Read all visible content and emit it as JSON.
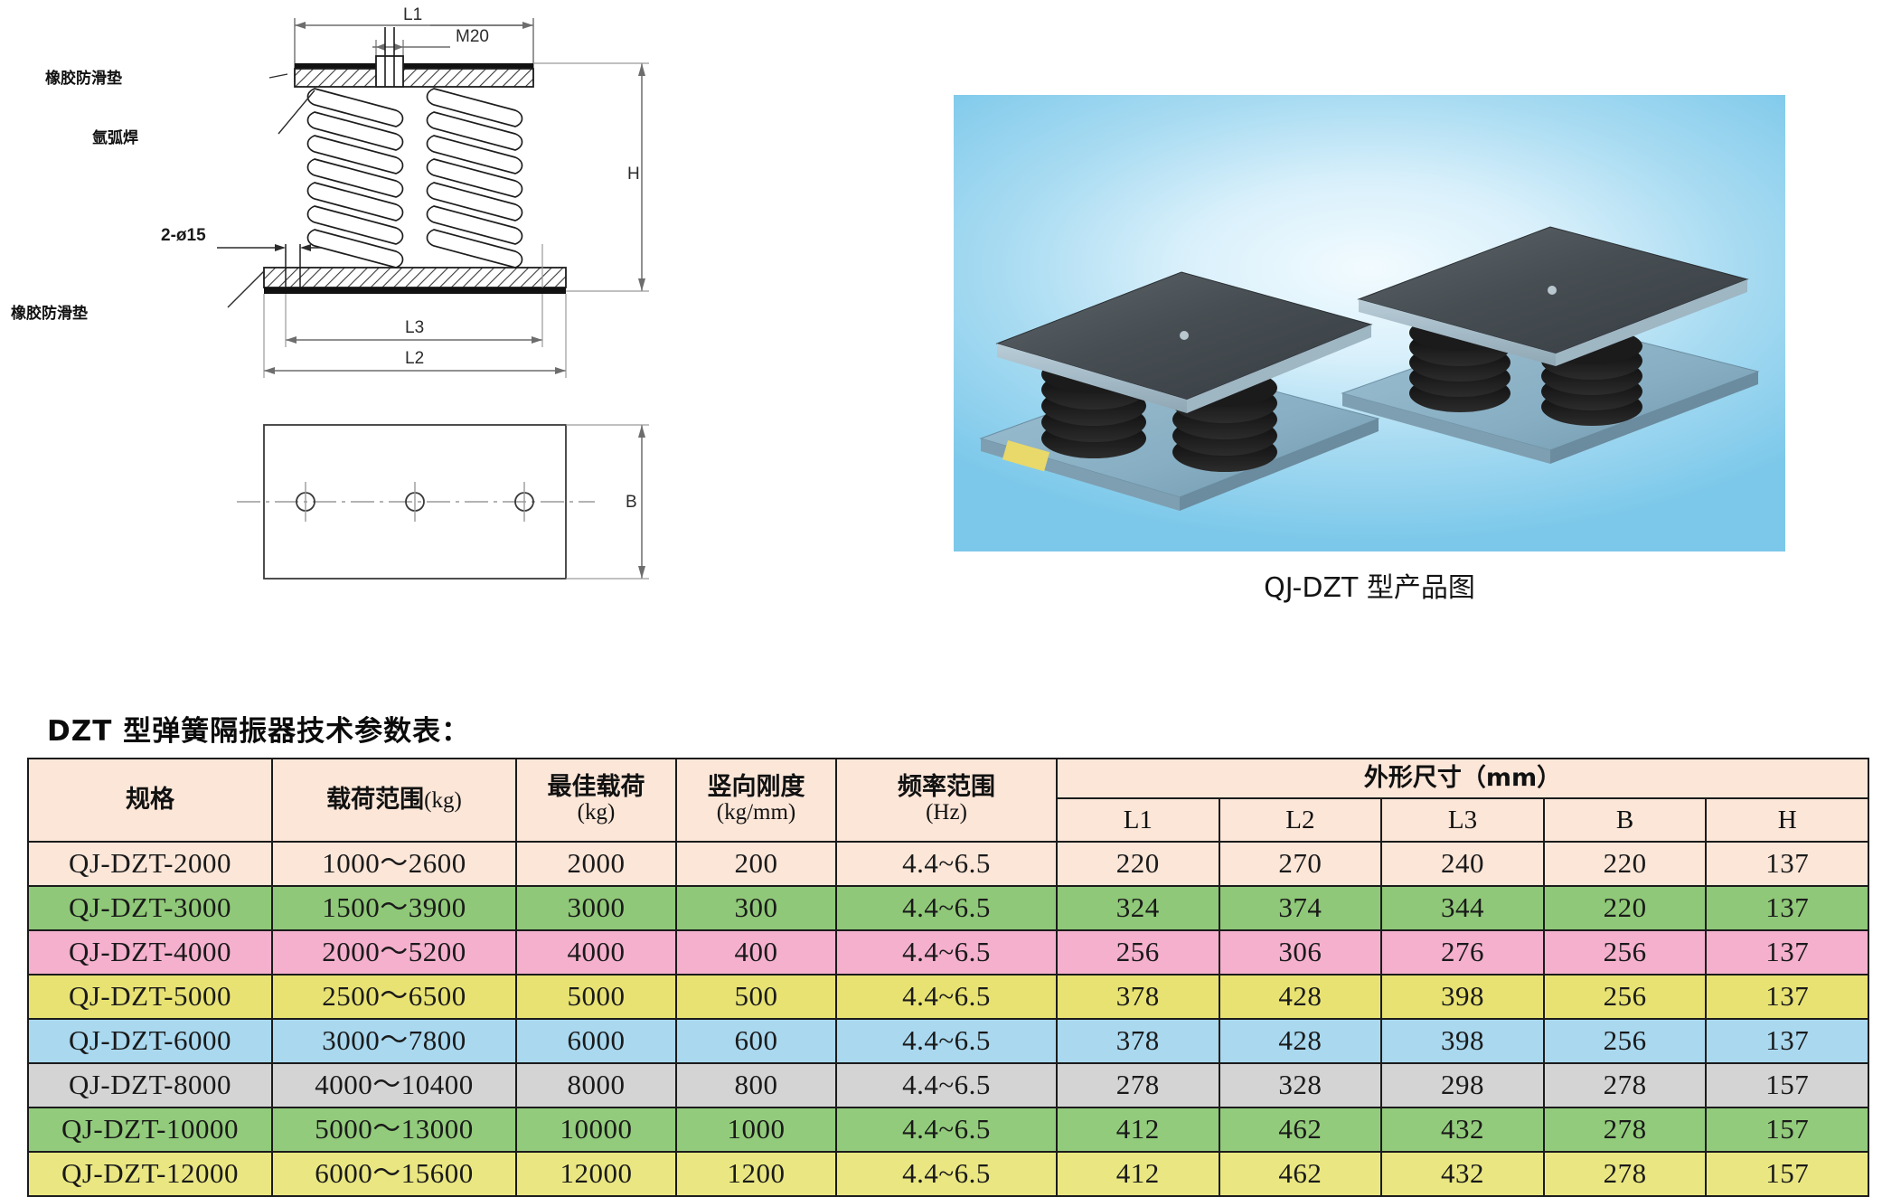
{
  "drawing": {
    "labels": {
      "rubber_pad_top": "橡胶防滑垫",
      "arc_weld": "氩弧焊",
      "holes": "2-ø15",
      "rubber_pad_bottom": "橡胶防滑垫"
    },
    "dimensions": {
      "L1": "L1",
      "M20": "M20",
      "H": "H",
      "L3": "L3",
      "L2": "L2",
      "B": "B"
    }
  },
  "photo": {
    "caption": "QJ-DZT 型产品图"
  },
  "table": {
    "title": "DZT 型弹簧隔振器技术参数表：",
    "headers": {
      "model": "规格",
      "load_range": "载荷范围",
      "load_range_unit": "(kg)",
      "best_load": "最佳载荷",
      "best_load_unit": "(kg)",
      "stiffness": "竖向刚度",
      "stiffness_unit": "(kg/mm)",
      "frequency": "频率范围",
      "frequency_unit": "(Hz)",
      "dimensions_group": "外形尺寸（mm）",
      "L1": "L1",
      "L2": "L2",
      "L3": "L3",
      "B": "B",
      "H": "H"
    },
    "row_colors": {
      "cream": "#fbe6d8",
      "green": "#8fc878",
      "pink": "#f4b0cd",
      "yellow": "#e8e273",
      "blue": "#a9d8ef",
      "gray": "#d4d4d4",
      "green2": "#92cb7b",
      "yellow2": "#eae782"
    },
    "rows": [
      {
        "model": "QJ-DZT-2000",
        "range": "1000～2600",
        "best": "2000",
        "stiff": "200",
        "freq": "4.4~6.5",
        "L1": "220",
        "L2": "270",
        "L3": "240",
        "B": "220",
        "H": "137",
        "color": "#fbe6d8"
      },
      {
        "model": "QJ-DZT-3000",
        "range": "1500～3900",
        "best": "3000",
        "stiff": "300",
        "freq": "4.4~6.5",
        "L1": "324",
        "L2": "374",
        "L3": "344",
        "B": "220",
        "H": "137",
        "color": "#8fc878"
      },
      {
        "model": "QJ-DZT-4000",
        "range": "2000～5200",
        "best": "4000",
        "stiff": "400",
        "freq": "4.4~6.5",
        "L1": "256",
        "L2": "306",
        "L3": "276",
        "B": "256",
        "H": "137",
        "color": "#f4b0cd"
      },
      {
        "model": "QJ-DZT-5000",
        "range": "2500～6500",
        "best": "5000",
        "stiff": "500",
        "freq": "4.4~6.5",
        "L1": "378",
        "L2": "428",
        "L3": "398",
        "B": "256",
        "H": "137",
        "color": "#e8e273"
      },
      {
        "model": "QJ-DZT-6000",
        "range": "3000～7800",
        "best": "6000",
        "stiff": "600",
        "freq": "4.4~6.5",
        "L1": "378",
        "L2": "428",
        "L3": "398",
        "B": "256",
        "H": "137",
        "color": "#a9d8ef"
      },
      {
        "model": "QJ-DZT-8000",
        "range": "4000～10400",
        "best": "8000",
        "stiff": "800",
        "freq": "4.4~6.5",
        "L1": "278",
        "L2": "328",
        "L3": "298",
        "B": "278",
        "H": "157",
        "color": "#d4d4d4"
      },
      {
        "model": "QJ-DZT-10000",
        "range": "5000～13000",
        "best": "10000",
        "stiff": "1000",
        "freq": "4.4~6.5",
        "L1": "412",
        "L2": "462",
        "L3": "432",
        "B": "278",
        "H": "157",
        "color": "#92cb7b"
      },
      {
        "model": "QJ-DZT-12000",
        "range": "6000～15600",
        "best": "12000",
        "stiff": "1200",
        "freq": "4.4~6.5",
        "L1": "412",
        "L2": "462",
        "L3": "432",
        "B": "278",
        "H": "157",
        "color": "#eae782"
      }
    ]
  }
}
